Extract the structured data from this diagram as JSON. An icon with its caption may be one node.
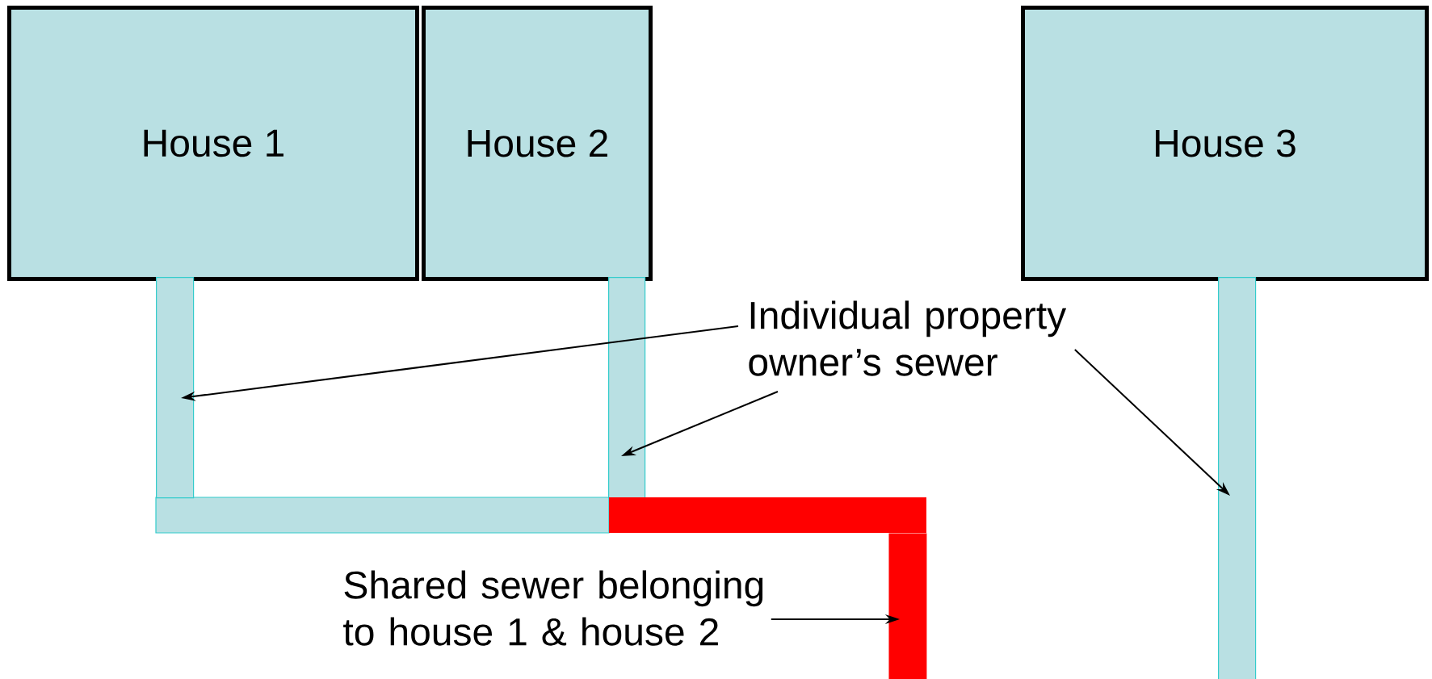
{
  "diagram": {
    "nodes": [
      {
        "text": [
          "House 1"
        ]
      },
      {
        "text": [
          "House 2"
        ]
      },
      {
        "text": [
          "House 3"
        ]
      },
      {
        "text": [
          "Individual property owner’s sewer"
        ]
      },
      {
        "text": [],
        "shape": "bar"
      },
      {
        "text": [],
        "shape": "bar"
      },
      {
        "text": [],
        "shape": "bar"
      },
      {
        "text": [
          "Shared sewer belonging to house 1 & house 2"
        ]
      },
      {
        "text": [],
        "shape": "bar"
      }
    ],
    "edges": [
      {
        "from": 3,
        "to": 4,
        "arrow": "to"
      },
      {
        "from": 3,
        "to": 5,
        "arrow": "to"
      },
      {
        "from": 3,
        "to": 6,
        "arrow": "to"
      },
      {
        "from": 7,
        "to": 8,
        "arrow": "to"
      }
    ]
  }
}
